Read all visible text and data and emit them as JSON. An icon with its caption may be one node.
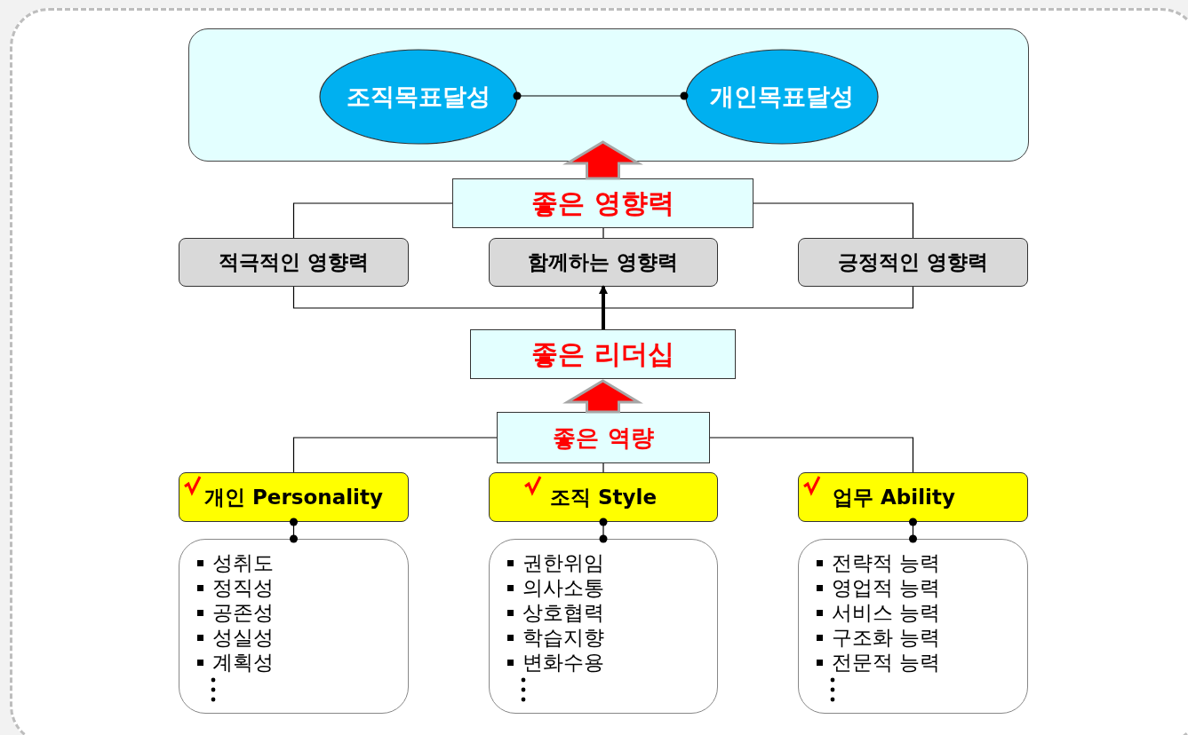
{
  "diagram": {
    "nodes": [
      {
        "text": [],
        "shape": "box"
      },
      {
        "text": [
          "조직목표달성"
        ],
        "in": 0
      },
      {
        "text": [
          "개인목표달성"
        ],
        "in": 0
      },
      {
        "text": [
          "좋은 영향력"
        ]
      },
      {
        "text": [
          "적극적인 영향력"
        ]
      },
      {
        "text": [
          "함께하는 영향력"
        ]
      },
      {
        "text": [
          "긍정적인 영향력"
        ]
      },
      {
        "text": [
          "좋은 리더십"
        ]
      },
      {
        "text": [
          "좋은 역량"
        ]
      },
      {
        "text": [
          "개인 Personality"
        ]
      },
      {
        "text": [
          "조직 Style"
        ]
      },
      {
        "text": [
          "업무 Ability"
        ]
      },
      {
        "text": [
          "성취도",
          "정직성",
          "공존성",
          "성실성",
          "계획성"
        ]
      },
      {
        "text": [
          "권한위임",
          "의사소통",
          "상호협력",
          "학습지향",
          "변화수용"
        ]
      },
      {
        "text": [
          "전략적 능력",
          "영업적 능력",
          "서비스 능력",
          "구조화 능력",
          "전문적 능력"
        ]
      }
    ],
    "edges": [
      {
        "from": 1,
        "to": 2,
        "arrow": "other"
      },
      {
        "from": 3,
        "to": 0,
        "arrow": "to",
        "style": "thick",
        "color": "#ff0000"
      },
      {
        "from": 3,
        "to": 4,
        "arrow": "none"
      },
      {
        "from": 3,
        "to": 5,
        "arrow": "none"
      },
      {
        "from": 3,
        "to": 6,
        "arrow": "none"
      },
      {
        "from": 7,
        "to": 4,
        "arrow": "none"
      },
      {
        "from": 7,
        "to": 5,
        "arrow": "to",
        "style": "thick"
      },
      {
        "from": 7,
        "to": 6,
        "arrow": "none"
      },
      {
        "from": 8,
        "to": 7,
        "arrow": "to",
        "style": "thick",
        "color": "#ff0000"
      },
      {
        "from": 8,
        "to": 9,
        "arrow": "none"
      },
      {
        "from": 8,
        "to": 10,
        "arrow": "none"
      },
      {
        "from": 8,
        "to": 11,
        "arrow": "none"
      },
      {
        "from": 9,
        "to": 12,
        "arrow": "other"
      },
      {
        "from": 10,
        "to": 13,
        "arrow": "other"
      },
      {
        "from": 11,
        "to": 14,
        "arrow": "other"
      }
    ]
  }
}
